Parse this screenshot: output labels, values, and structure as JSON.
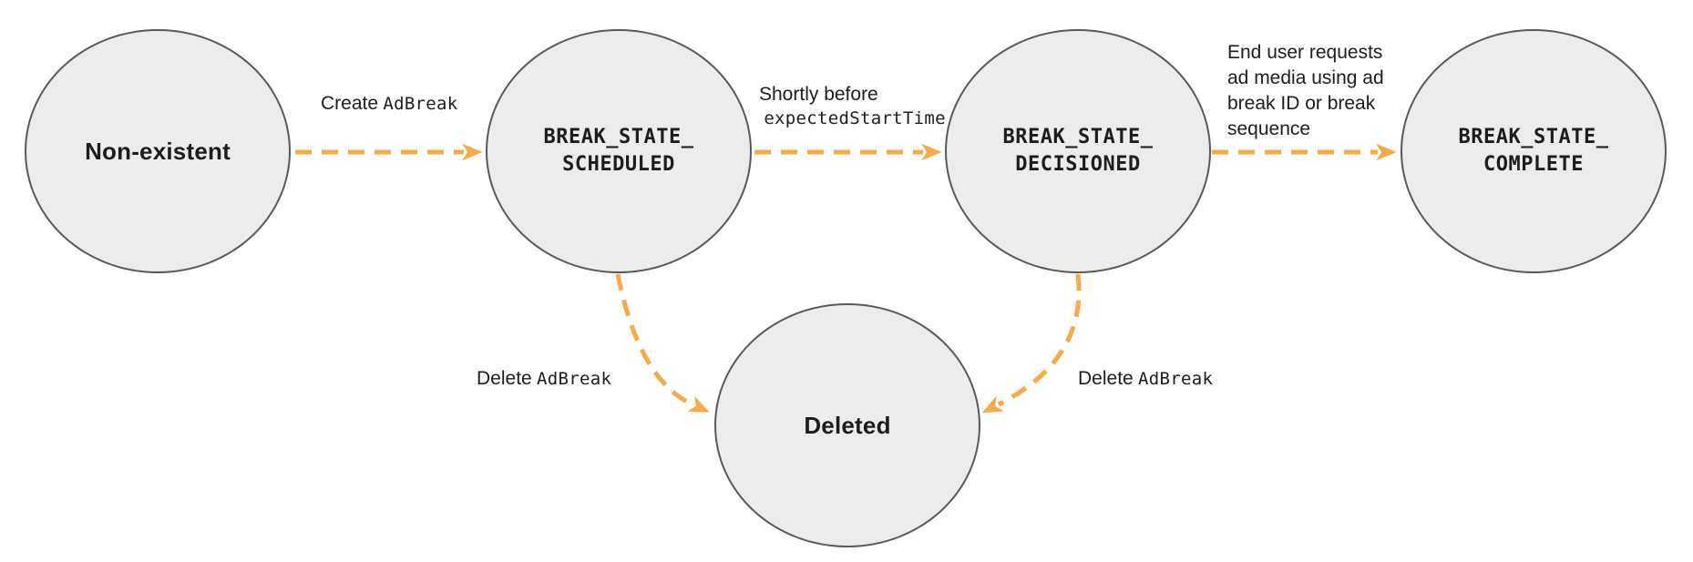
{
  "diagram": {
    "colors": {
      "background": "#ffffff",
      "node_fill": "#ececec",
      "node_border": "#58595b",
      "arrow": "#f7aa49",
      "text": "#1d1d1f"
    },
    "nodes": {
      "non_existent": {
        "label": "Non-existent"
      },
      "scheduled": {
        "line1": "BREAK_STATE_",
        "line2": "SCHEDULED"
      },
      "decisioned": {
        "line1": "BREAK_STATE_",
        "line2": "DECISIONED"
      },
      "complete": {
        "line1": "BREAK_STATE_",
        "line2": "COMPLETE"
      },
      "deleted": {
        "label": "Deleted"
      }
    },
    "edge_labels": {
      "create": {
        "plain": "Create",
        "code": "AdBreak"
      },
      "decision_trigger": {
        "line1": "Shortly before",
        "line2_code": "expectedStartTime"
      },
      "complete_trigger": {
        "lines": [
          "End user requests",
          "ad media using ad",
          "break ID or break",
          "sequence"
        ]
      },
      "delete_from_scheduled": {
        "plain": "Delete",
        "code": "AdBreak"
      },
      "delete_from_decisioned": {
        "plain": "Delete",
        "code": "AdBreak"
      }
    }
  }
}
